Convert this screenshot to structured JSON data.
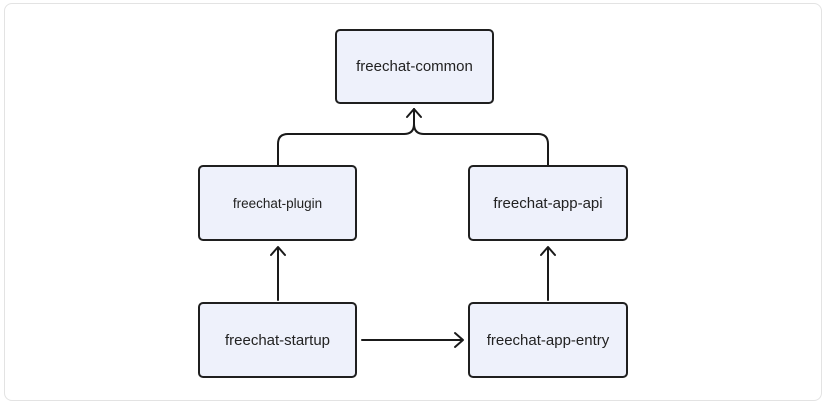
{
  "nodes": {
    "common": "freechat-common",
    "plugin": "freechat-plugin",
    "app_api": "freechat-app-api",
    "startup": "freechat-startup",
    "app_entry": "freechat-app-entry"
  },
  "edges": [
    {
      "from": "freechat-plugin",
      "to": "freechat-common"
    },
    {
      "from": "freechat-app-api",
      "to": "freechat-common"
    },
    {
      "from": "freechat-startup",
      "to": "freechat-plugin"
    },
    {
      "from": "freechat-startup",
      "to": "freechat-app-entry"
    },
    {
      "from": "freechat-app-entry",
      "to": "freechat-app-api"
    }
  ],
  "colors": {
    "node_fill": "#eef1fb",
    "node_border": "#1f1f1f",
    "edge": "#1a1a1a"
  }
}
